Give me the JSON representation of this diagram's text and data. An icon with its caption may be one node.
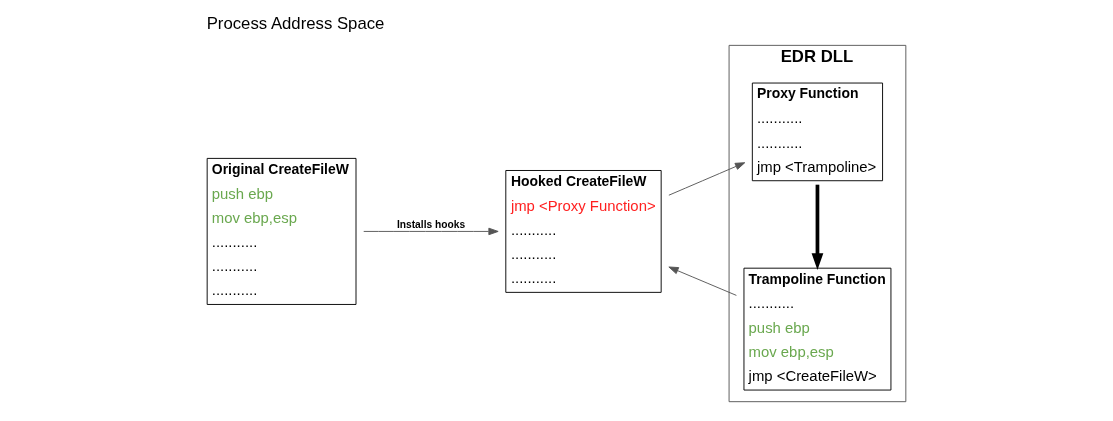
{
  "diagram": {
    "title": "Process Address Space",
    "nodes": [
      {
        "text": [
          "Original CreateFileW",
          "push ebp",
          "mov ebp,esp",
          "...........",
          "...........",
          "..........."
        ]
      },
      {
        "text": [
          "Hooked CreateFileW",
          "jmp <Proxy Function>",
          "...........",
          "...........",
          "..........."
        ]
      },
      {
        "text": [
          "EDR DLL"
        ]
      },
      {
        "text": [
          "Proxy Function",
          "...........",
          "...........",
          "jmp <Trampoline>"
        ],
        "in": 2
      },
      {
        "text": [
          "Trampoline Function",
          "...........",
          "push ebp",
          "mov ebp,esp",
          "jmp <CreateFileW>"
        ],
        "in": 2
      }
    ],
    "edges": [
      {
        "from": 0,
        "to": 1,
        "arrow": "to",
        "label": "Installs hooks"
      },
      {
        "from": 1,
        "to": 3,
        "arrow": "to"
      },
      {
        "from": 3,
        "to": 4,
        "arrow": "to",
        "style": "thick",
        "color": "#000000"
      },
      {
        "from": 4,
        "to": 1,
        "arrow": "to"
      }
    ]
  }
}
